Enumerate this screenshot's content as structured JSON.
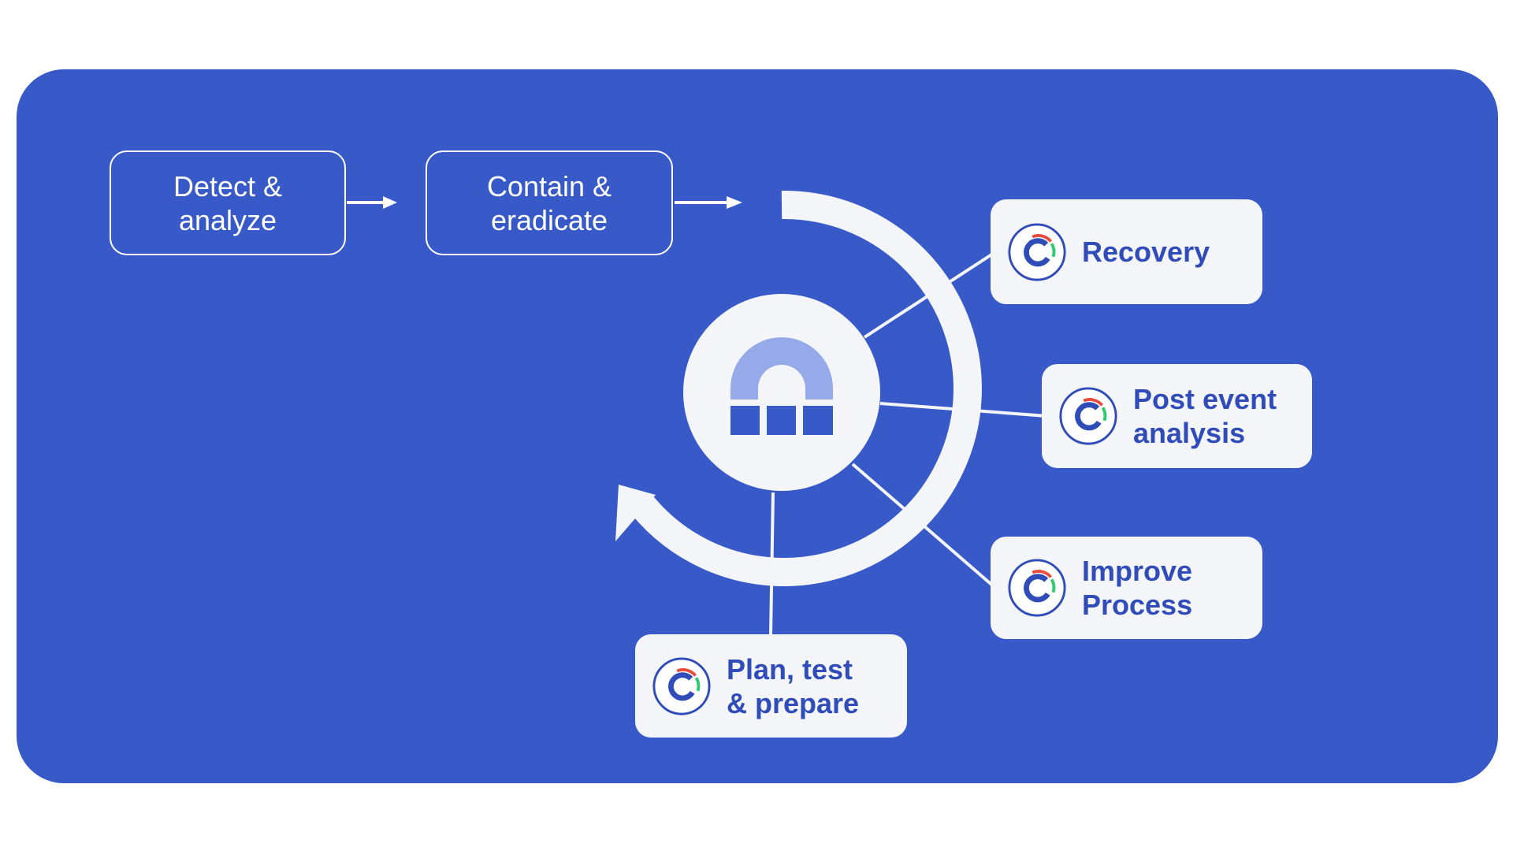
{
  "colors": {
    "panel_background": "#3859C8",
    "card_background": "#F4F5F9",
    "card_text": "#2F4CB8",
    "connector": "#FFFFFF",
    "hub_light_blue": "#96A9E8",
    "logo_ring_blue": "#2F4CB8",
    "logo_red": "#E74C3C",
    "logo_green": "#2ECC71"
  },
  "linear_steps": [
    {
      "line1": "Detect &",
      "line2": "analyze"
    },
    {
      "line1": "Contain &",
      "line2": "eradicate"
    }
  ],
  "cycle_steps": [
    {
      "line1": "Recovery",
      "line2": "",
      "icon": "incident-logo-icon"
    },
    {
      "line1": "Post event",
      "line2": "analysis",
      "icon": "incident-logo-icon"
    },
    {
      "line1": "Improve",
      "line2": "Process",
      "icon": "incident-logo-icon"
    },
    {
      "line1": "Plan, test",
      "line2": "& prepare",
      "icon": "incident-logo-icon"
    }
  ],
  "center_icon": "arch-logo-icon"
}
